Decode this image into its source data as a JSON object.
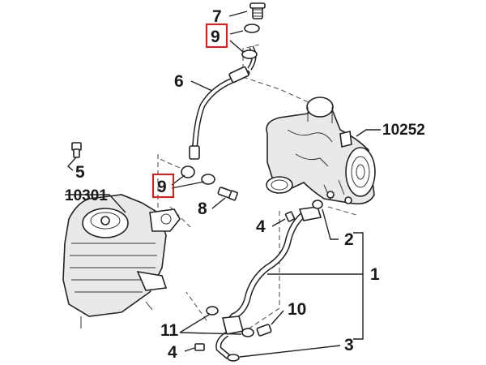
{
  "diagram": {
    "labels": {
      "p1": "1",
      "p2": "2",
      "p3": "3",
      "p4a": "4",
      "p4b": "4",
      "p5": "5",
      "p6": "6",
      "p7": "7",
      "p8": "8",
      "p9a": "9",
      "p9b": "9",
      "p10": "10",
      "p11": "11",
      "asm_turbo": "10252",
      "asm_filter": "10301"
    },
    "colors": {
      "line": "#222222",
      "highlight_box": "#c62828",
      "fill": "#ffffff",
      "shade": "#e9e9e9"
    }
  }
}
